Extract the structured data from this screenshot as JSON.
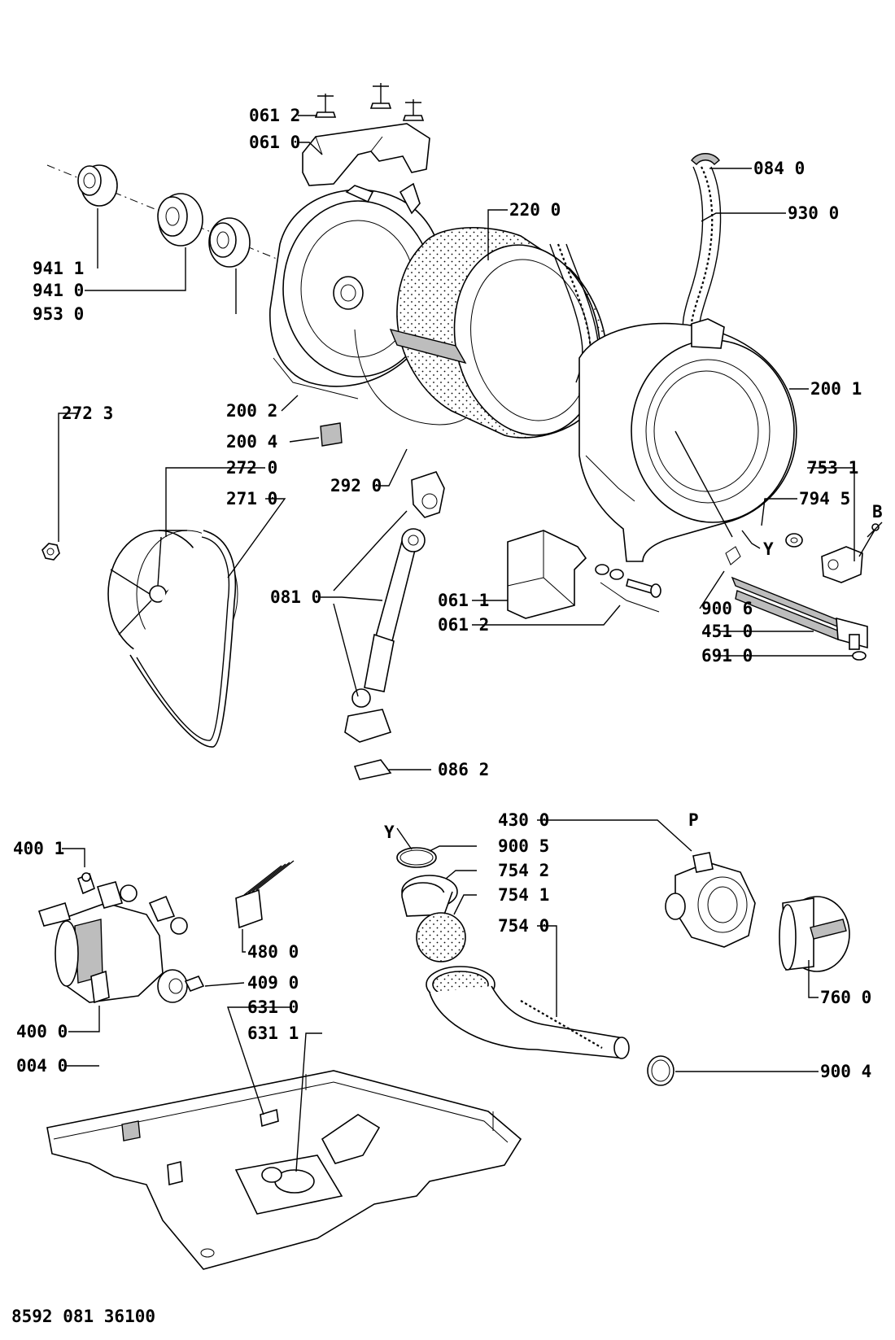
{
  "diagram": {
    "part_codes": [
      "061 2",
      "061 0",
      "084 0",
      "220 0",
      "930 0",
      "941 1",
      "941 0",
      "953 0",
      "200 1",
      "272 3",
      "200 2",
      "200 4",
      "272 0",
      "292 0",
      "753 1",
      "271 0",
      "794 5",
      "B",
      "Y",
      "081 0",
      "061 1",
      "061 2",
      "900 6",
      "451 0",
      "691 0",
      "086 2",
      "430 0",
      "P",
      "Y",
      "400 1",
      "900 5",
      "754 2",
      "754 1",
      "754 0",
      "480 0",
      "760 0",
      "409 0",
      "631 0",
      "400 0",
      "631 1",
      "004 0",
      "900 4"
    ],
    "document_number": "8592 081 36100"
  }
}
